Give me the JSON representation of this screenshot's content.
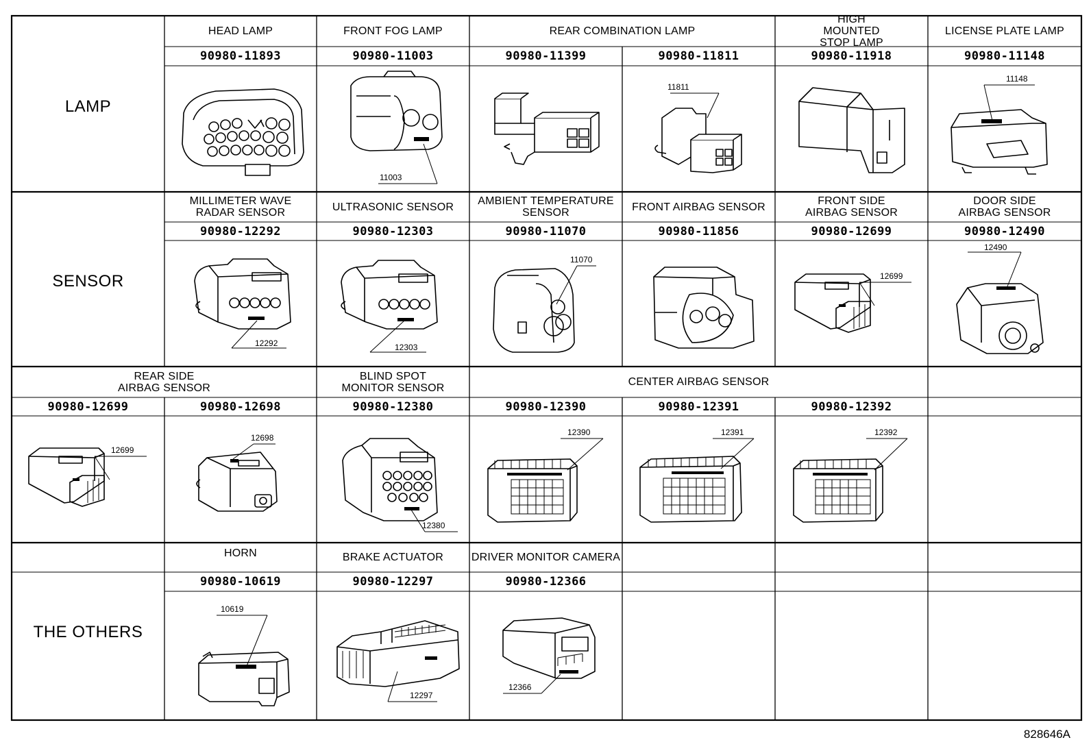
{
  "categories": [
    "LAMP",
    "SENSOR",
    "THE OTHERS"
  ],
  "rows": [
    {
      "category": "LAMP",
      "items": [
        {
          "name": "HEAD LAMP",
          "part": "90980-11893",
          "label": ""
        },
        {
          "name": "FRONT FOG LAMP",
          "part": "90980-11003",
          "label": "11003"
        },
        {
          "name": "REAR COMBINATION LAMP",
          "parts": [
            "90980-11399",
            "90980-11811"
          ],
          "label": "11811"
        },
        {
          "name": "HIGH MOUNTED STOP LAMP",
          "part": "90980-11918",
          "label": ""
        },
        {
          "name": "LICENSE PLATE LAMP",
          "part": "90980-11148",
          "label": "11148"
        }
      ]
    },
    {
      "category": "SENSOR",
      "items": [
        {
          "name": "MILLIMETER WAVE RADAR SENSOR",
          "part": "90980-12292",
          "label": "12292"
        },
        {
          "name": "ULTRASONIC SENSOR",
          "part": "90980-12303",
          "label": "12303"
        },
        {
          "name": "AMBIENT TEMPERATURE SENSOR",
          "part": "90980-11070",
          "label": "11070"
        },
        {
          "name": "FRONT AIRBAG SENSOR",
          "part": "90980-11856",
          "label": ""
        },
        {
          "name": "FRONT SIDE AIRBAG SENSOR",
          "part": "90980-12699",
          "label": "12699"
        },
        {
          "name": "DOOR SIDE AIRBAG SENSOR",
          "part": "90980-12490",
          "label": "12490"
        }
      ]
    },
    {
      "category": "",
      "items": [
        {
          "name": "REAR SIDE AIRBAG SENSOR",
          "parts": [
            "90980-12699",
            "90980-12698"
          ],
          "labels": [
            "12699",
            "12698"
          ]
        },
        {
          "name": "BLIND SPOT MONITOR SENSOR",
          "part": "90980-12380",
          "label": "12380"
        },
        {
          "name": "CENTER AIRBAG SENSOR",
          "parts": [
            "90980-12390",
            "90980-12391",
            "90980-12392"
          ],
          "labels": [
            "12390",
            "12391",
            "12392"
          ]
        }
      ]
    },
    {
      "category": "THE OTHERS",
      "items": [
        {
          "name": "HORN",
          "part": "90980-10619",
          "label": "10619"
        },
        {
          "name": "BRAKE ACTUATOR",
          "part": "90980-12297",
          "label": "12297"
        },
        {
          "name": "DRIVER MONITOR CAMERA",
          "part": "90980-12366",
          "label": "12366"
        }
      ]
    }
  ],
  "figure_code": "828646A"
}
